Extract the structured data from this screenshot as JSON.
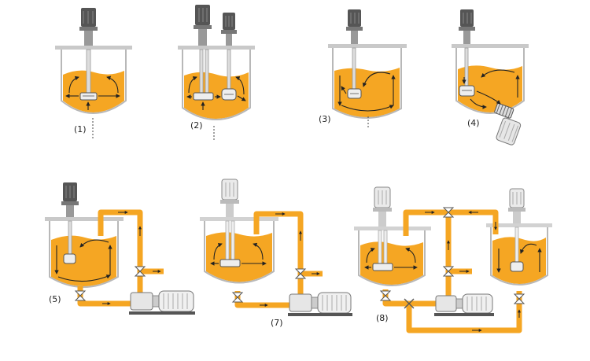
{
  "colors": {
    "liquid": "#f5a623",
    "pipe": "#f5a623",
    "pipe_edge": "#d4831a",
    "tank_wall": "#b8b8b8",
    "lid": "#c9c9c9",
    "motor_dark": "#555555",
    "motor_light": "#dcdcdc",
    "arrow": "#222222",
    "label": "#222222"
  },
  "icons": {
    "motor": "electric-motor-icon",
    "mixer_head": "rotor-stator-head-icon",
    "pump": "inline-pump-icon",
    "valve": "valve-icon",
    "flow_arrow": "flow-arrow-icon"
  },
  "configurations": [
    {
      "id": "1",
      "label": "(1)"
    },
    {
      "id": "2",
      "label": "(2)"
    },
    {
      "id": "3",
      "label": "(3)"
    },
    {
      "id": "4",
      "label": "(4)"
    },
    {
      "id": "5",
      "label": "(5)"
    },
    {
      "id": "7",
      "label": "(7)"
    },
    {
      "id": "8",
      "label": "(8)"
    }
  ]
}
